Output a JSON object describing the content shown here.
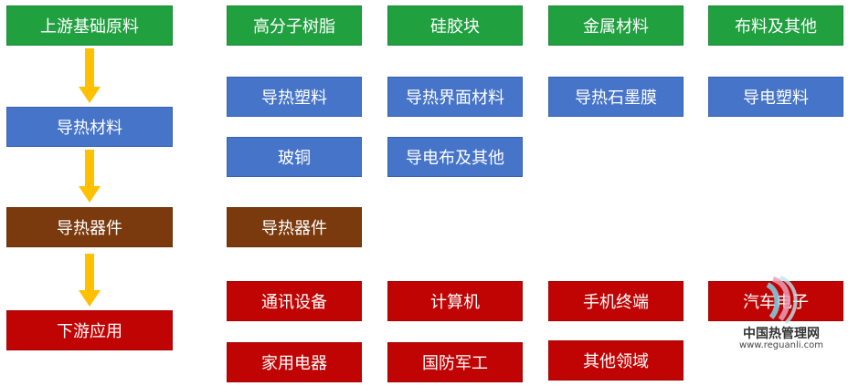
{
  "chain": {
    "upstream": "上游基础原料",
    "materials": "导热材料",
    "devices": "导热器件",
    "downstream": "下游应用"
  },
  "raw_materials": [
    "高分子树脂",
    "硅胶块",
    "金属材料",
    "布料及其他"
  ],
  "thermal_materials": [
    "导热塑料",
    "导热界面材料",
    "导热石墨膜",
    "导电塑料",
    "玻铜",
    "导电布及其他"
  ],
  "thermal_devices": [
    "导热器件"
  ],
  "applications": [
    "通讯设备",
    "计算机",
    "手机终端",
    "汽车电子",
    "家用电器",
    "国防军工",
    "其他领域"
  ],
  "watermark": {
    "name": "中国热管理网",
    "url": "www.reguanli.com"
  },
  "colors": {
    "green": "#21a040",
    "blue": "#4674c8",
    "brown": "#7b3a0e",
    "red": "#c00404",
    "arrow": "#ffc000"
  }
}
